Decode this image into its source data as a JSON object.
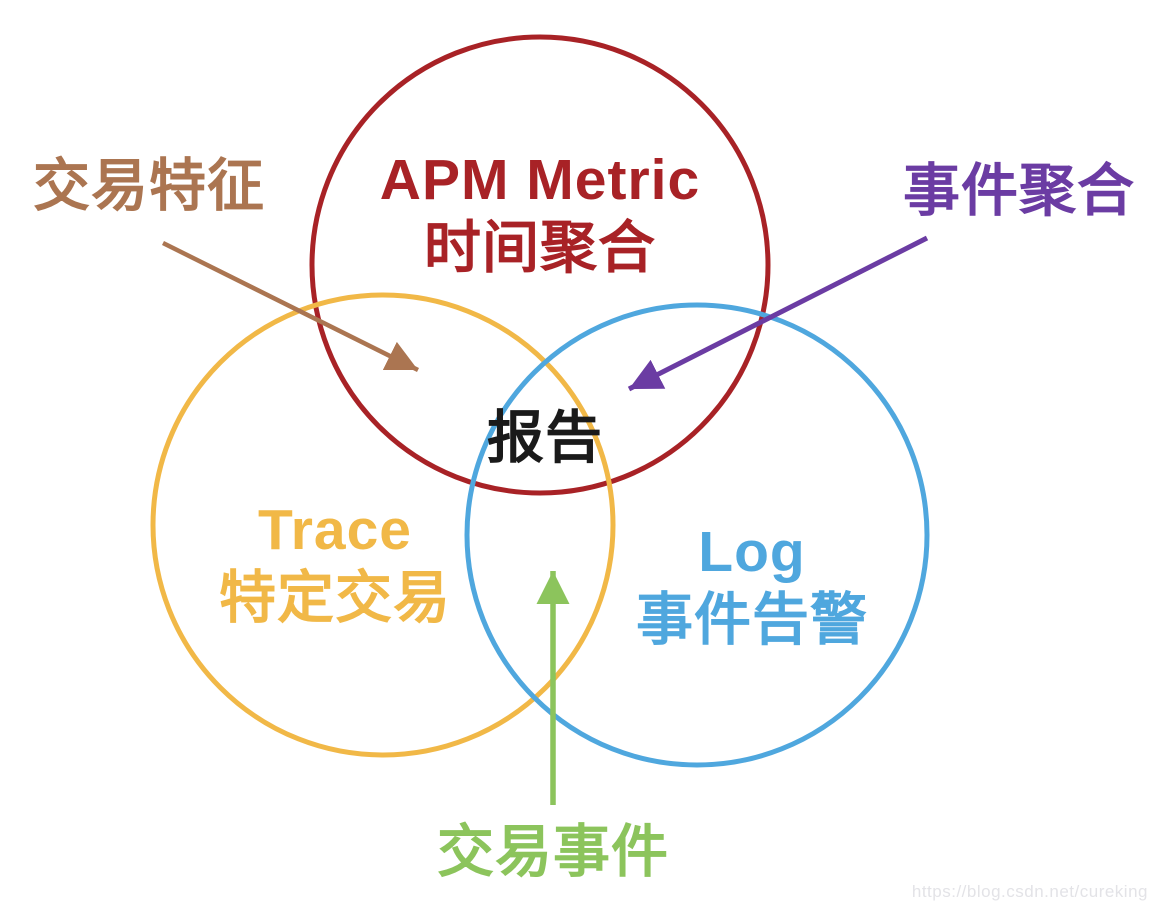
{
  "diagram": {
    "type": "venn",
    "circles": [
      {
        "name": "apm-metric",
        "line1": "APM Metric",
        "line2": "时间聚合",
        "color": "#A82226"
      },
      {
        "name": "trace",
        "line1": "Trace",
        "line2": "特定交易",
        "color": "#F1B847"
      },
      {
        "name": "log",
        "line1": "Log",
        "line2": "事件告警",
        "color": "#4FA7DE"
      }
    ],
    "center_label": "报告",
    "center_label_color": "#1A1A1A",
    "annotations": [
      {
        "name": "transaction-features",
        "text": "交易特征",
        "color": "#AB7551"
      },
      {
        "name": "event-aggregation",
        "text": "事件聚合",
        "color": "#6B3CA3"
      },
      {
        "name": "transaction-events",
        "text": "交易事件",
        "color": "#8CC45C"
      }
    ],
    "watermark": "https://blog.csdn.net/cureking"
  }
}
